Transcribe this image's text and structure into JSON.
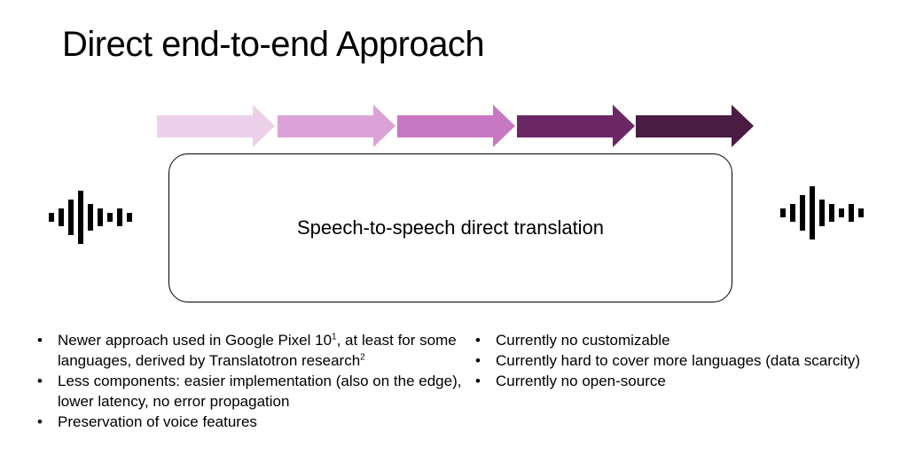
{
  "title": "Direct end-to-end Approach",
  "box_label": "Speech-to-speech direct translation",
  "arrow_colors": [
    "#ecd0ea",
    "#dba2d7",
    "#c877c2",
    "#6c2767",
    "#4a1c44"
  ],
  "icons": {
    "left": "waveform-icon",
    "right": "waveform-icon"
  },
  "pros": [
    {
      "text": "Newer approach used in Google Pixel 10",
      "sup1": "1",
      "text2": ", at least for some languages, derived by Translatotron research",
      "sup2": "2"
    },
    {
      "text": "Less components: easier implementation (also on the edge), lower latency, no error propagation"
    },
    {
      "text": "Preservation of voice features"
    }
  ],
  "cons": [
    "Currently no customizable",
    "Currently hard to cover more languages (data scarcity)",
    "Currently no open-source"
  ]
}
